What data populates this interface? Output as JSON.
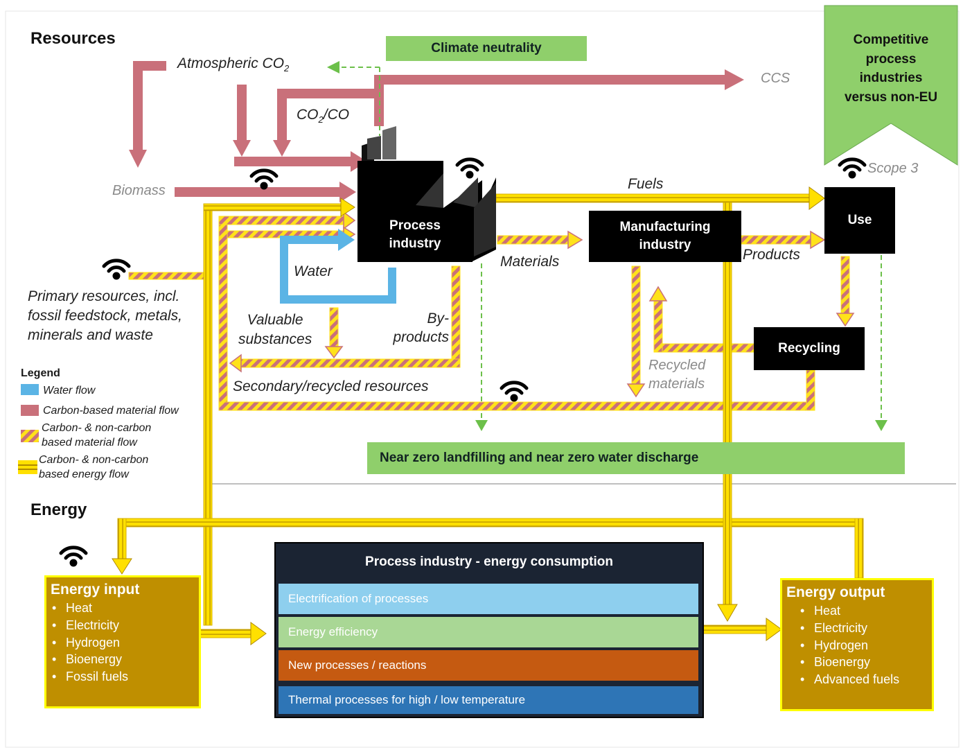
{
  "sections": {
    "resources": "Resources",
    "energy": "Energy"
  },
  "labels": {
    "atmospheric_co2": "Atmospheric CO",
    "atmospheric_co2_sub": "2",
    "co2_co": "CO",
    "co2_co_sub": "2",
    "co2_co_suffix": "/CO",
    "ccs": "CCS",
    "biomass": "Biomass",
    "fuels": "Fuels",
    "materials": "Materials",
    "products": "Products",
    "water": "Water",
    "valuable_substances_1": "Valuable",
    "valuable_substances_2": "substances",
    "by_products_1": "By-",
    "by_products_2": "products",
    "secondary_resources": "Secondary/recycled resources",
    "recycled_materials_1": "Recycled",
    "recycled_materials_2": "materials",
    "scope3": "Scope 3",
    "primary_1": "Primary resources, incl.",
    "primary_2": "fossil feedstock, metals,",
    "primary_3": "minerals and waste"
  },
  "boxes": {
    "process_industry_1": "Process",
    "process_industry_2": "industry",
    "manufacturing_1": "Manufacturing",
    "manufacturing_2": "industry",
    "use": "Use",
    "recycling": "Recycling"
  },
  "targets": {
    "climate_neutrality": "Climate neutrality",
    "competitive_1": "Competitive",
    "competitive_2": "process",
    "competitive_3": "industries",
    "competitive_4": "versus non-EU",
    "near_zero": "Near zero landfilling and near zero water discharge"
  },
  "legend": {
    "title": "Legend",
    "water": "Water flow",
    "carbon": "Carbon-based material flow",
    "mixed_material_1": "Carbon- & non-carbon",
    "mixed_material_2": "based material flow",
    "energy_1": "Carbon- & non-carbon",
    "energy_2": "based energy flow"
  },
  "energy_input": {
    "title": "Energy input",
    "items": [
      "Heat",
      "Electricity",
      "Hydrogen",
      "Bioenergy",
      "Fossil fuels"
    ]
  },
  "energy_output": {
    "title": "Energy output",
    "items": [
      "Heat",
      "Electricity",
      "Hydrogen",
      "Bioenergy",
      "Advanced fuels"
    ]
  },
  "consumption": {
    "title": "Process industry - energy consumption",
    "rows": [
      "Electrification of processes",
      "Energy efficiency",
      "New processes / reactions",
      "Thermal processes for high / low temperature"
    ]
  },
  "colors": {
    "water": "#5bb4e5",
    "carbon": "#c9707a",
    "hatch_yellow": "#ffe21a",
    "energy_yellow": "#ffe000",
    "energy_box": "#bf8f00",
    "green": "#8fcf6b",
    "row_electrification": "#8ecfee",
    "row_efficiency": "#a9d795",
    "row_new_processes": "#c55a11",
    "row_thermal": "#2e75b6"
  },
  "icons": [
    "wifi-icon",
    "factory-icon"
  ]
}
